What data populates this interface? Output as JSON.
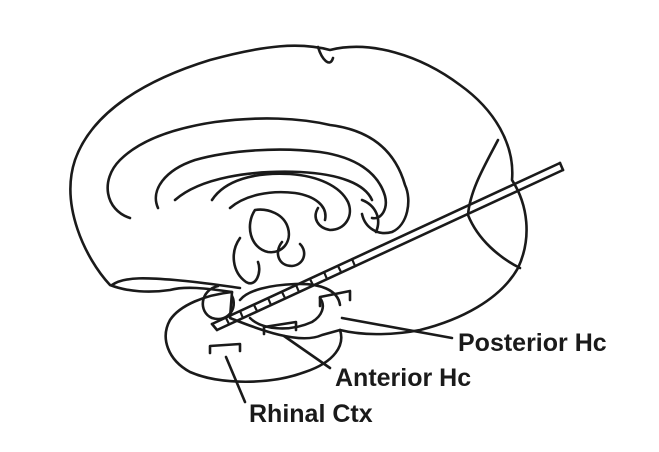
{
  "labels": {
    "posterior_hc": "Posterior Hc",
    "anterior_hc": "Anterior Hc",
    "rhinal_ctx": "Rhinal Ctx"
  },
  "colors": {
    "outline": "#1a1a1a",
    "label": "#1a1a1a",
    "background": "#ffffff"
  }
}
